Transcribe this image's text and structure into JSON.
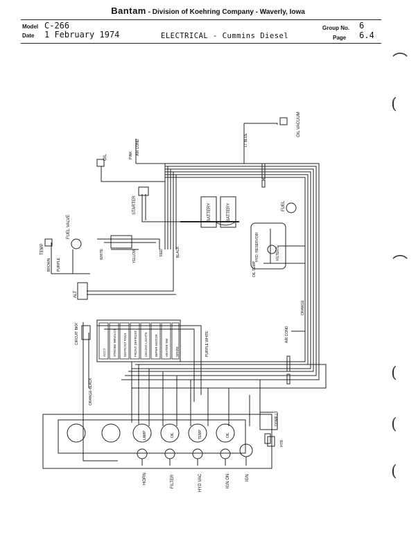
{
  "header": {
    "brand": "Bantam",
    "company_line": "- Division of Koehring Company - Waverly, Iowa",
    "model_label": "Model",
    "model_value": "C-266",
    "date_label": "Date",
    "date_value": "1 February 1974",
    "title": "ELECTRICAL - Cummins Diesel",
    "group_label": "Group No.",
    "group_value": "6",
    "page_label": "Page",
    "page_value": "6.4"
  },
  "diagram": {
    "labels": {
      "oil_vacuum": "OIL VACUUM",
      "lt_blue": "LT BLUE",
      "pink": "PINK",
      "air_cond_top": "AIR COND",
      "oil": "OIL",
      "starter": "STARTER",
      "battery_1": "BATTERY",
      "battery_2": "BATTERY",
      "fuel": "FUEL",
      "temp": "TEMP",
      "fuel_valve": "FUEL VALVE",
      "brown": "BROWN",
      "purple": "PURPLE",
      "white": "WHITE",
      "yellow": "YELLOW",
      "red": "RED",
      "black": "BLACK",
      "hyd_reservoir": "HYD. RESERVOIR",
      "filters": "FILTERS",
      "oil_temp": "OIL TEMP",
      "alt": "ALT",
      "orange": "ORANGE",
      "air_cond_mid": "AIR COND",
      "circuit_bkr": "CIRCUIT BKR",
      "orange_black": "ORANGE-BLACK",
      "purple_white": "PURPLE WHITE",
      "dome_lt": "DOME LT",
      "htr": "HTR",
      "horn": "HORN",
      "filter": "FILTER",
      "hyd_vac": "HYD VAC",
      "ign_on": "IGN ON",
      "ign": "IGN",
      "lamp": "LAMP",
      "oil_gauge": "OIL",
      "temp_gauge": "TEMP",
      "oil_gauge_2": "OIL",
      "switch_labels": [
        "ACCY",
        "STROBE WINDLGT",
        "DEFROST FANS",
        "FRONT DEFROST",
        "CEILING LIGHTS",
        "WIPER MOTOR",
        "HEATER SW",
        "SPARE"
      ]
    }
  }
}
